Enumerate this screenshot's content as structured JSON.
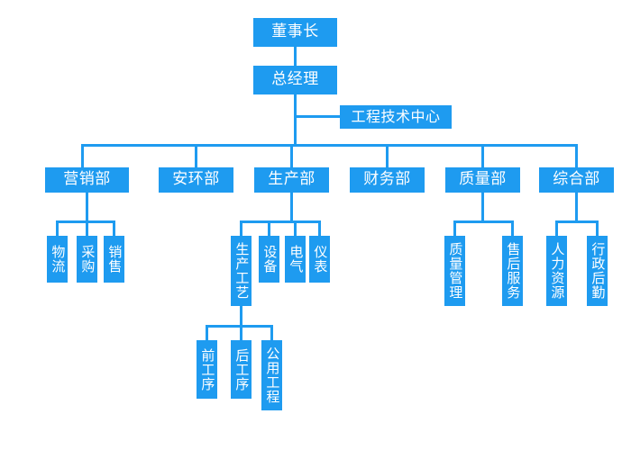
{
  "chart_meta": {
    "type": "org-chart",
    "title": "",
    "background_color": "#ffffff",
    "node_color": "#1e9bf0",
    "line_color": "#1e9bf0",
    "text_color": "#ffffff"
  },
  "nodes": {
    "chairman": {
      "label": "董事长"
    },
    "general_manager": {
      "label": "总经理"
    },
    "engineering_center": {
      "label": "工程技术中心"
    },
    "departments": [
      {
        "label": "营销部"
      },
      {
        "label": "安环部"
      },
      {
        "label": "生产部"
      },
      {
        "label": "财务部"
      },
      {
        "label": "质量部"
      },
      {
        "label": "综合部"
      }
    ],
    "marketing_children": [
      {
        "label": "物流"
      },
      {
        "label": "采购"
      },
      {
        "label": "销售"
      }
    ],
    "production_children": [
      {
        "label": "生产工艺"
      },
      {
        "label": "设备"
      },
      {
        "label": "电气"
      },
      {
        "label": "仪表"
      }
    ],
    "process_children": [
      {
        "label": "前工序"
      },
      {
        "label": "后工序"
      },
      {
        "label": "公用工程"
      }
    ],
    "quality_children": [
      {
        "label": "质量管理"
      },
      {
        "label": "售后服务"
      }
    ],
    "general_children": [
      {
        "label": "人力资源"
      },
      {
        "label": "行政后勤"
      }
    ]
  }
}
